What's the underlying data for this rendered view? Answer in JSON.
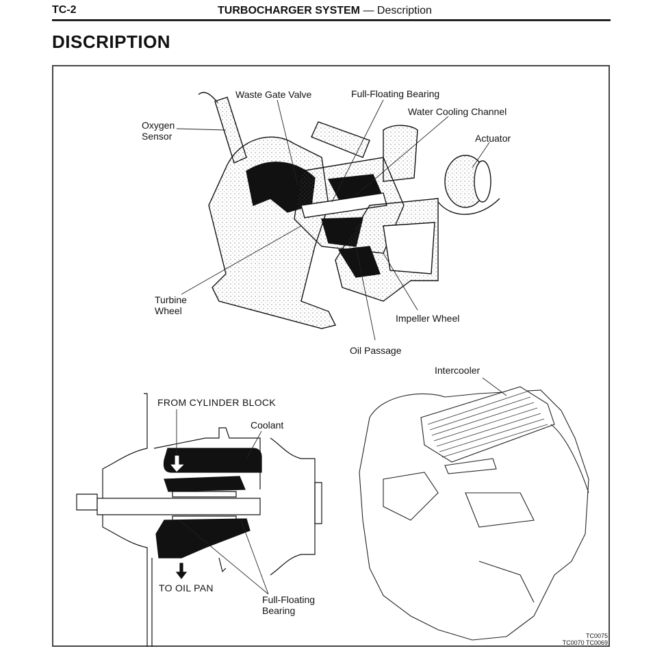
{
  "header": {
    "page_code": "TC-2",
    "section_bold": "TURBOCHARGER SYSTEM",
    "section_sep": " — ",
    "section_sub": "Description"
  },
  "title": "DISCRIPTION",
  "figure_top": {
    "name": "Turbocharger cutaway",
    "labels": {
      "oxygen_sensor": [
        "Oxygen",
        "Sensor"
      ],
      "waste_gate_valve": "Waste Gate Valve",
      "full_floating_bearing": "Full-Floating Bearing",
      "water_cooling_channel": "Water Cooling Channel",
      "actuator": "Actuator",
      "turbine_wheel": [
        "Turbine",
        "Wheel"
      ],
      "impeller_wheel": "Impeller Wheel",
      "oil_passage": "Oil Passage"
    }
  },
  "figure_bottom_left": {
    "name": "Center housing cross-section",
    "labels": {
      "from_cylinder_block": "FROM CYLINDER BLOCK",
      "coolant": "Coolant",
      "to_oil_pan": "TO OIL PAN",
      "full_floating_bearing": [
        "Full-Floating",
        "Bearing"
      ]
    }
  },
  "figure_bottom_right": {
    "name": "Engine with intercooler",
    "labels": {
      "intercooler": "Intercooler"
    }
  },
  "figure_codes": [
    "TC0075",
    "TC0070 TC0069"
  ]
}
